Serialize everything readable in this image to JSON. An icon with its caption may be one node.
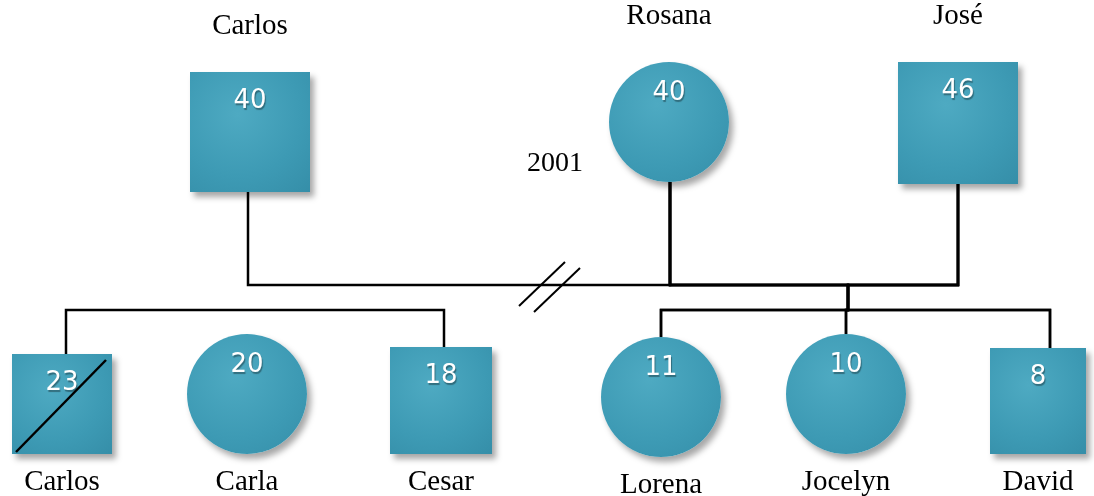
{
  "diagram": {
    "nodes": [
      {
        "text": [
          "40"
        ],
        "beside": [
          "Carlos"
        ]
      },
      {
        "text": [
          "40"
        ],
        "beside": [
          "Rosana"
        ]
      },
      {
        "text": [
          "46"
        ],
        "beside": [
          "José"
        ]
      },
      {
        "text": [
          "23"
        ],
        "beside": [
          "Carlos"
        ]
      },
      {
        "text": [
          "20"
        ],
        "beside": [
          "Carla"
        ]
      },
      {
        "text": [
          "18"
        ],
        "beside": [
          "Cesar"
        ]
      },
      {
        "text": [
          "11"
        ],
        "beside": [
          "Lorena"
        ]
      },
      {
        "text": [
          "10"
        ],
        "beside": [
          "Jocelyn"
        ]
      },
      {
        "text": [
          "8"
        ],
        "beside": [
          "David"
        ]
      }
    ],
    "edges": [
      {
        "from": 0,
        "to": 1,
        "arrow": "none"
      },
      {
        "from": 1,
        "to": 2,
        "arrow": "none"
      },
      {
        "from": 3,
        "to": 5,
        "arrow": "none"
      },
      {
        "from": 1,
        "to": 6,
        "arrow": "none"
      },
      {
        "from": 1,
        "to": 7,
        "arrow": "none"
      },
      {
        "from": 1,
        "to": 8,
        "arrow": "none"
      },
      {
        "from": 2,
        "to": 6,
        "arrow": "none"
      },
      {
        "from": 2,
        "to": 7,
        "arrow": "none"
      },
      {
        "from": 2,
        "to": 8,
        "arrow": "none"
      }
    ],
    "labels": [
      "2001"
    ]
  }
}
